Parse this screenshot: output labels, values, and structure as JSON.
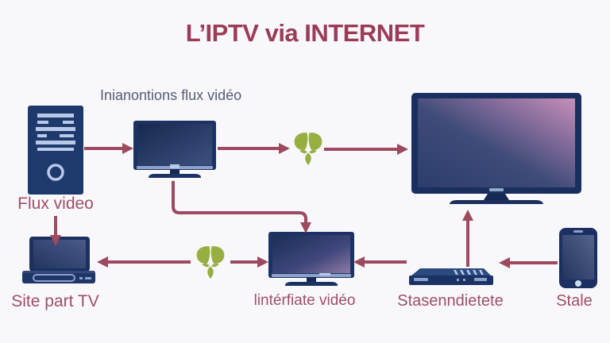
{
  "title": "L’IPTV via INTERNET",
  "labels": {
    "stream": "Inianontions flux vidéo",
    "server": "Flux video",
    "laptop": "Site part TV",
    "interface": "lintérfiate vidéo",
    "settop": "Stasenndietete",
    "phone": "Stale"
  },
  "icons": {
    "server-tower-icon": "desktop tower with vents and power button",
    "monitor-icon": "flat-screen monitor on stand",
    "leaf-icon": "green plant / streaming-service emblem",
    "tv-icon": "large flat-screen TV on stand",
    "laptop-icon": "open laptop",
    "settop-box-icon": "set-top decoder box",
    "smartphone-icon": "smartphone with home button",
    "arrow": "maroon flow arrow"
  },
  "colors": {
    "background": "#f8f8fc",
    "title": "#9c3b55",
    "label": "#a04e63",
    "stream_label": "#565b74",
    "arrow": "#9d4a5e",
    "device": "#1b3364",
    "device_light": "#b9c9e8",
    "leaf": "#97ae41",
    "screen_pink": "#c690b8"
  }
}
